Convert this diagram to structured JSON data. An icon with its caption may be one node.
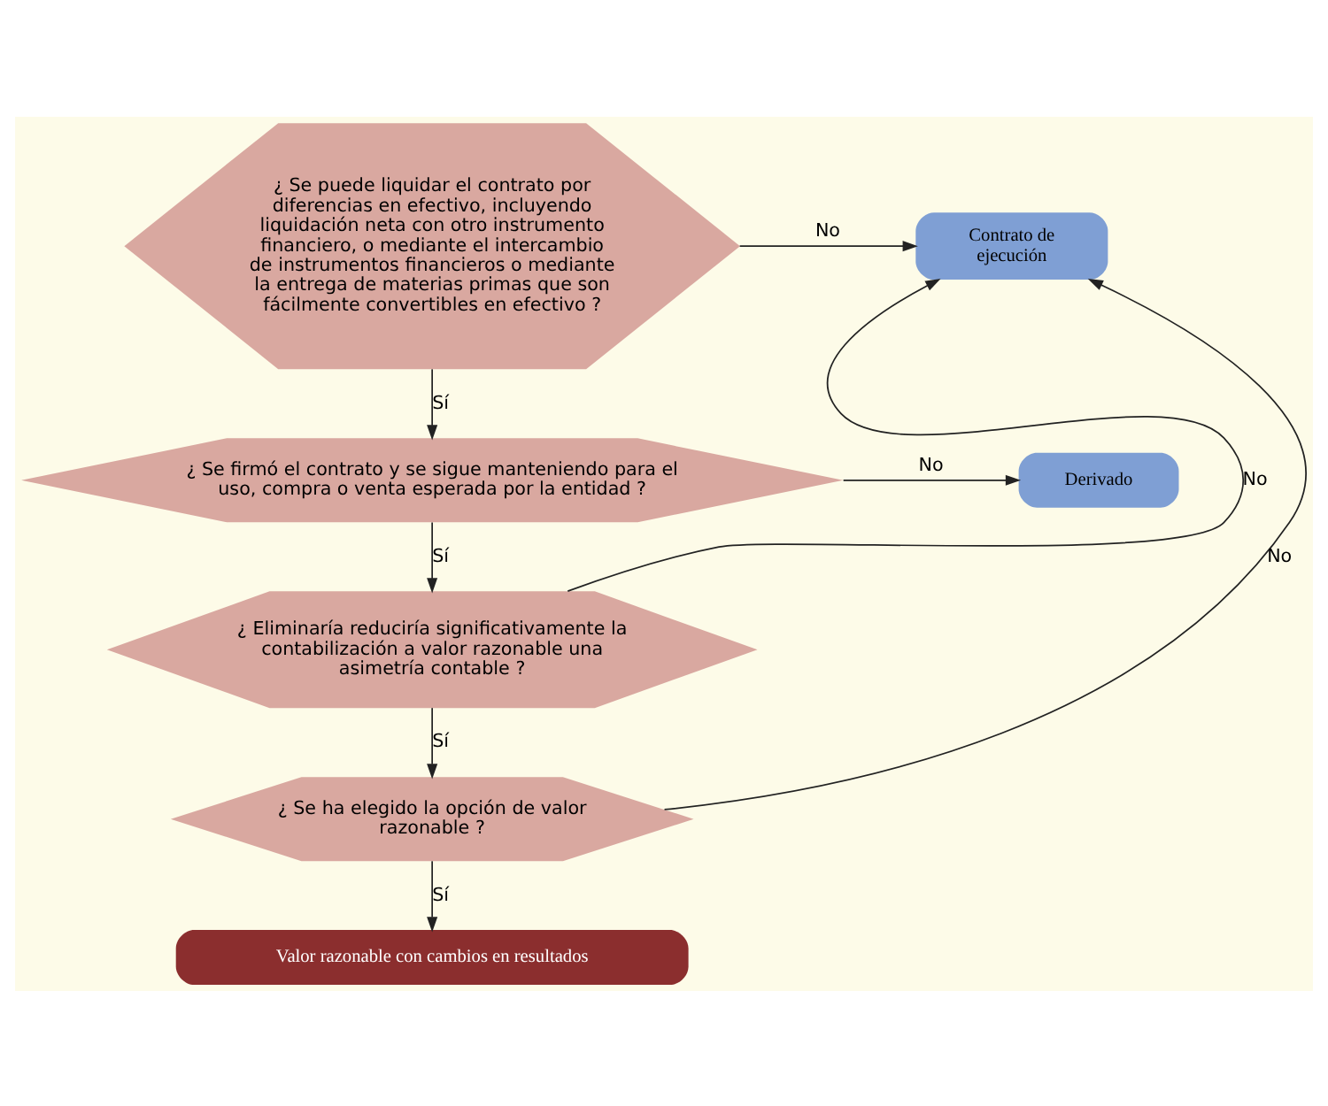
{
  "diagram": {
    "nodes": [
      {
        "text": [
          "¿ Se puede liquidar el contrato por diferencias en efectivo, incluyendo liquidación neta con otro instrumento financiero, o mediante el intercambio de instrumentos financieros o mediante la entrega de materias primas que son fácilmente convertibles en efectivo ?"
        ]
      },
      {
        "text": [
          "Contrato de ejecución"
        ]
      },
      {
        "text": [
          "¿ Se firmó el contrato y se sigue manteniendo para el uso, compra o venta esperada por la entidad ?"
        ]
      },
      {
        "text": [
          "Derivado"
        ]
      },
      {
        "text": [
          "¿ Eliminaría reduciría significativamente la contabilización a valor razonable una asimetría contable ?"
        ]
      },
      {
        "text": [
          "¿ Se ha elegido la opción de valor razonable ?"
        ]
      },
      {
        "text": [
          "Valor razonable con cambios en resultados"
        ]
      }
    ],
    "edges": [
      {
        "from": 0,
        "to": 1,
        "arrow": "to",
        "label": "No"
      },
      {
        "from": 0,
        "to": 2,
        "arrow": "to",
        "label": "Sí"
      },
      {
        "from": 2,
        "to": 3,
        "arrow": "to",
        "label": "No"
      },
      {
        "from": 2,
        "to": 4,
        "arrow": "to",
        "label": "Sí"
      },
      {
        "from": 4,
        "to": 1,
        "arrow": "to",
        "label": "No"
      },
      {
        "from": 5,
        "to": 1,
        "arrow": "to",
        "label": "No"
      },
      {
        "from": 4,
        "to": 5,
        "arrow": "to",
        "label": "Sí"
      },
      {
        "from": 5,
        "to": 6,
        "arrow": "to",
        "label": "Sí"
      }
    ]
  }
}
